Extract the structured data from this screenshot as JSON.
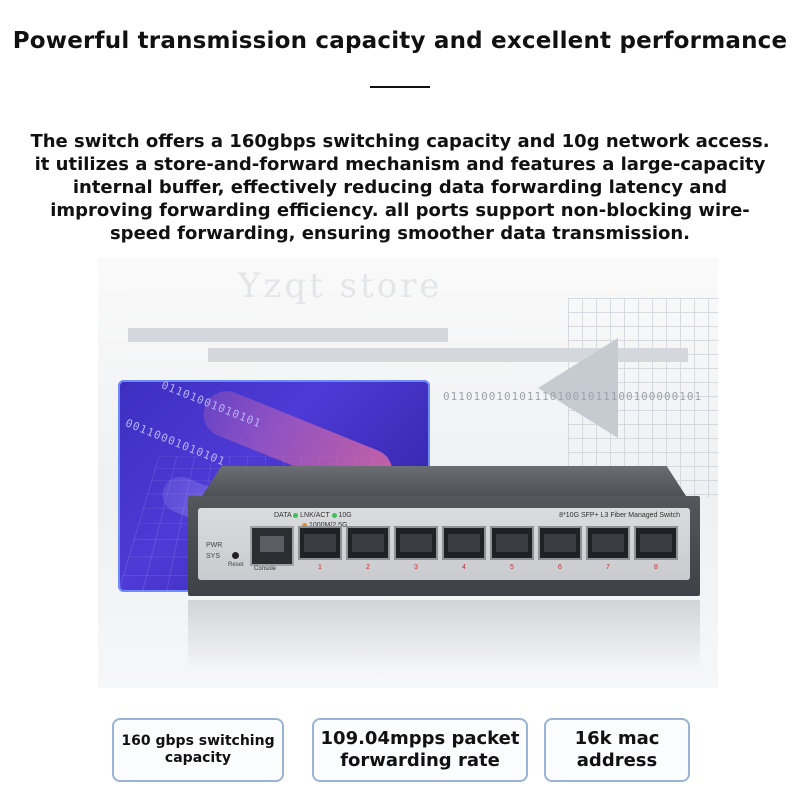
{
  "header": {
    "title": "Powerful transmission capacity and excellent performance"
  },
  "description": {
    "text": "The switch offers a 160gbps switching capacity and 10g network access. it utilizes a store-and-forward mechanism and features a large-capacity internal buffer, effectively reducing data forwarding latency and improving forwarding efficiency. all ports support non-blocking wire-speed forwarding, ensuring smoother data transmission."
  },
  "watermark": "Yzqt store",
  "binary_text": {
    "line1": "0110100101011101001011100100000101",
    "line2": "01101001010101",
    "line3": "00110001010101"
  },
  "device": {
    "model": "8*10G SFP+ L3 Fiber Managed Switch",
    "led_legend": {
      "data": "DATA",
      "lnk": "LNK/ACT",
      "ten_g": "10G",
      "low_speed": "1000M/2.5G"
    },
    "labels": {
      "pwr": "PWR",
      "sys": "SYS",
      "reset": "Reset",
      "console": "Console"
    },
    "ports": [
      "1",
      "2",
      "3",
      "4",
      "5",
      "6",
      "7",
      "8"
    ],
    "colors": {
      "led_green": "#3fbf5a",
      "led_orange": "#e08a2a"
    }
  },
  "features": [
    {
      "label": "160 gbps switching capacity"
    },
    {
      "label": "109.04mpps packet forwarding rate"
    },
    {
      "label": "16k mac address"
    }
  ]
}
